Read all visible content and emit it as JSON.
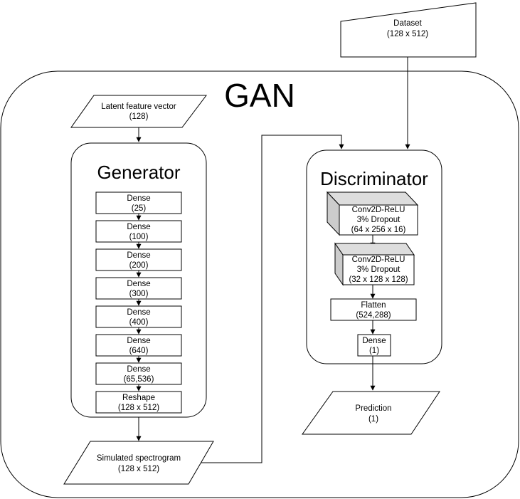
{
  "gan_label": "GAN",
  "dataset": {
    "line1": "Dataset",
    "line2": "(128 x 512)"
  },
  "latent": {
    "line1": "Latent feature vector",
    "line2": "(128)"
  },
  "generator": {
    "title": "Generator",
    "layers": [
      {
        "name": "Dense",
        "value": "(25)"
      },
      {
        "name": "Dense",
        "value": "(100)"
      },
      {
        "name": "Dense",
        "value": "(200)"
      },
      {
        "name": "Dense",
        "value": "(300)"
      },
      {
        "name": "Dense",
        "value": "(400)"
      },
      {
        "name": "Dense",
        "value": "(640)"
      },
      {
        "name": "Dense",
        "value": "(65,536)"
      },
      {
        "name": "Reshape",
        "value": "(128 x 512)"
      }
    ]
  },
  "simulated": {
    "line1": "Simulated spectrogram",
    "line2": "(128 x 512)"
  },
  "discriminator": {
    "title": "Discriminator",
    "conv1": {
      "line1": "Conv2D-ReLU",
      "line2": "3% Dropout",
      "line3": "(64 x 256 x 16)"
    },
    "conv2": {
      "line1": "Conv2D-ReLU",
      "line2": "3% Dropout",
      "line3": "(32 x 128 x 128)"
    },
    "flatten": {
      "line1": "Flatten",
      "line2": "(524,288)"
    },
    "dense": {
      "line1": "Dense",
      "line2": "(1)"
    }
  },
  "prediction": {
    "line1": "Prediction",
    "line2": "(1)"
  }
}
